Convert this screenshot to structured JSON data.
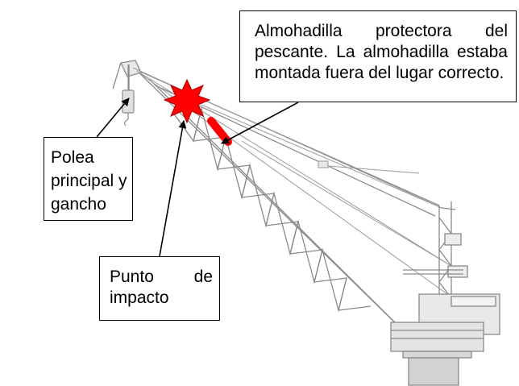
{
  "callouts": {
    "boom_pad": "Almohadilla protectora del pescante. La almohadilla estaba montada fuera del lugar correcto.",
    "pulley_hook": "Polea principal y gancho",
    "impact_point": "Punto de impacto"
  },
  "colors": {
    "impact_burst": "#ff0000",
    "pad_marker": "#ff0000",
    "crane_outline": "#8a8a8a",
    "crane_shading": "#e8e8e8",
    "callout_border": "#000000"
  },
  "icons": {
    "impact": "red-starburst-icon"
  }
}
